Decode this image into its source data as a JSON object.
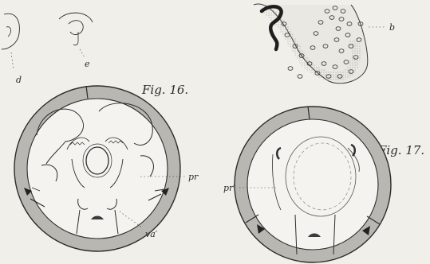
{
  "plate": {
    "labels": {
      "d": "d",
      "e": "e",
      "b": "b",
      "fig16": "Fig. 16.",
      "fig17": "Fig. 17.",
      "pr": "pr",
      "pr_prime": "pr′",
      "va_prime": "va′"
    }
  },
  "colors": {
    "background": "#f0efea",
    "ink": "#2d2d2d",
    "wall_shade": "#b9b7b2"
  }
}
